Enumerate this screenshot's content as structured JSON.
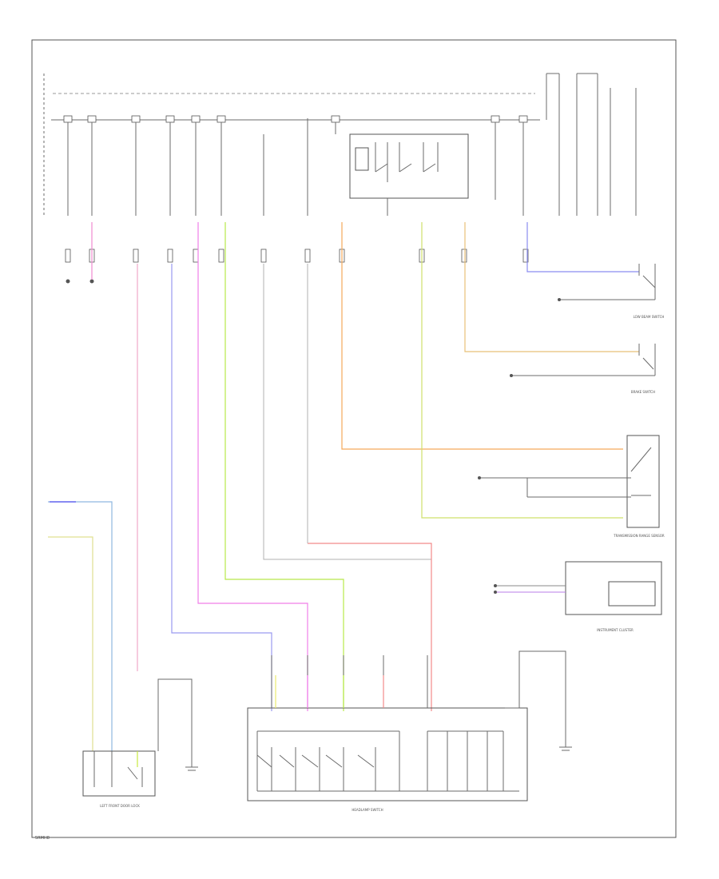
{
  "diagram": {
    "footer_code": "5RMH8",
    "colors": {
      "pink": "#f08ad0",
      "green": "#a9e04a",
      "lime": "#c7ee55",
      "orange": "#f5a95a",
      "yellow_green": "#cfe06b",
      "tan": "#e8c078",
      "blue": "#8a8cf0",
      "light_blue": "#8fb8e0",
      "red": "#f28a8a",
      "yellow": "#e8e870",
      "magenta": "#e87ee8",
      "gray": "#6b6b6b"
    },
    "components": {
      "headlamp_switch": "HEADLAMP SWITCH",
      "left_front_door_lock": "LEFT FRONT DOOR LOCK",
      "instrument_cluster": "INSTRUMENT CLUSTER",
      "transmission_range_sensor": "TRANSMISSION RANGE SENSOR",
      "brake_switch": "BRAKE SWITCH",
      "low_beam_switch": "LOW BEAM SWITCH"
    }
  }
}
